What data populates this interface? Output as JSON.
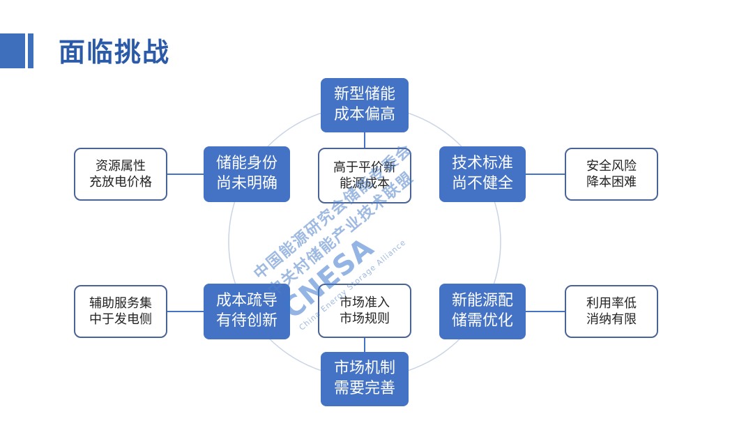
{
  "title": "面临挑战",
  "nodes": {
    "top": [
      "新型储能",
      "成本偏高"
    ],
    "upper_left": [
      "储能身份",
      "尚未明确"
    ],
    "upper_right": [
      "技术标准",
      "尚不健全"
    ],
    "lower_left": [
      "成本疏导",
      "有待创新"
    ],
    "lower_right": [
      "新能源配",
      "储需优化"
    ],
    "bottom": [
      "市场机制",
      "需要完善"
    ],
    "inner_top": [
      "高于平价新",
      "能源成本"
    ],
    "inner_bottom": [
      "市场准入",
      "市场规则"
    ],
    "outer_upper_left": [
      "资源属性",
      "充放电价格"
    ],
    "outer_upper_right": [
      "安全风险",
      "降本困难"
    ],
    "outer_lower_left": [
      "辅助服务集",
      "中于发电侧"
    ],
    "outer_lower_right": [
      "利用率低",
      "消纳有限"
    ]
  },
  "watermark": {
    "logo": "CNESA",
    "line1": "中国能源研究会储能专委会",
    "line2": "中关村储能产业技术联盟",
    "english": "China Energy Storage Alliance"
  },
  "colors": {
    "accent": "#4472c4",
    "title": "#2a5aa8",
    "border": "#4a6396"
  }
}
